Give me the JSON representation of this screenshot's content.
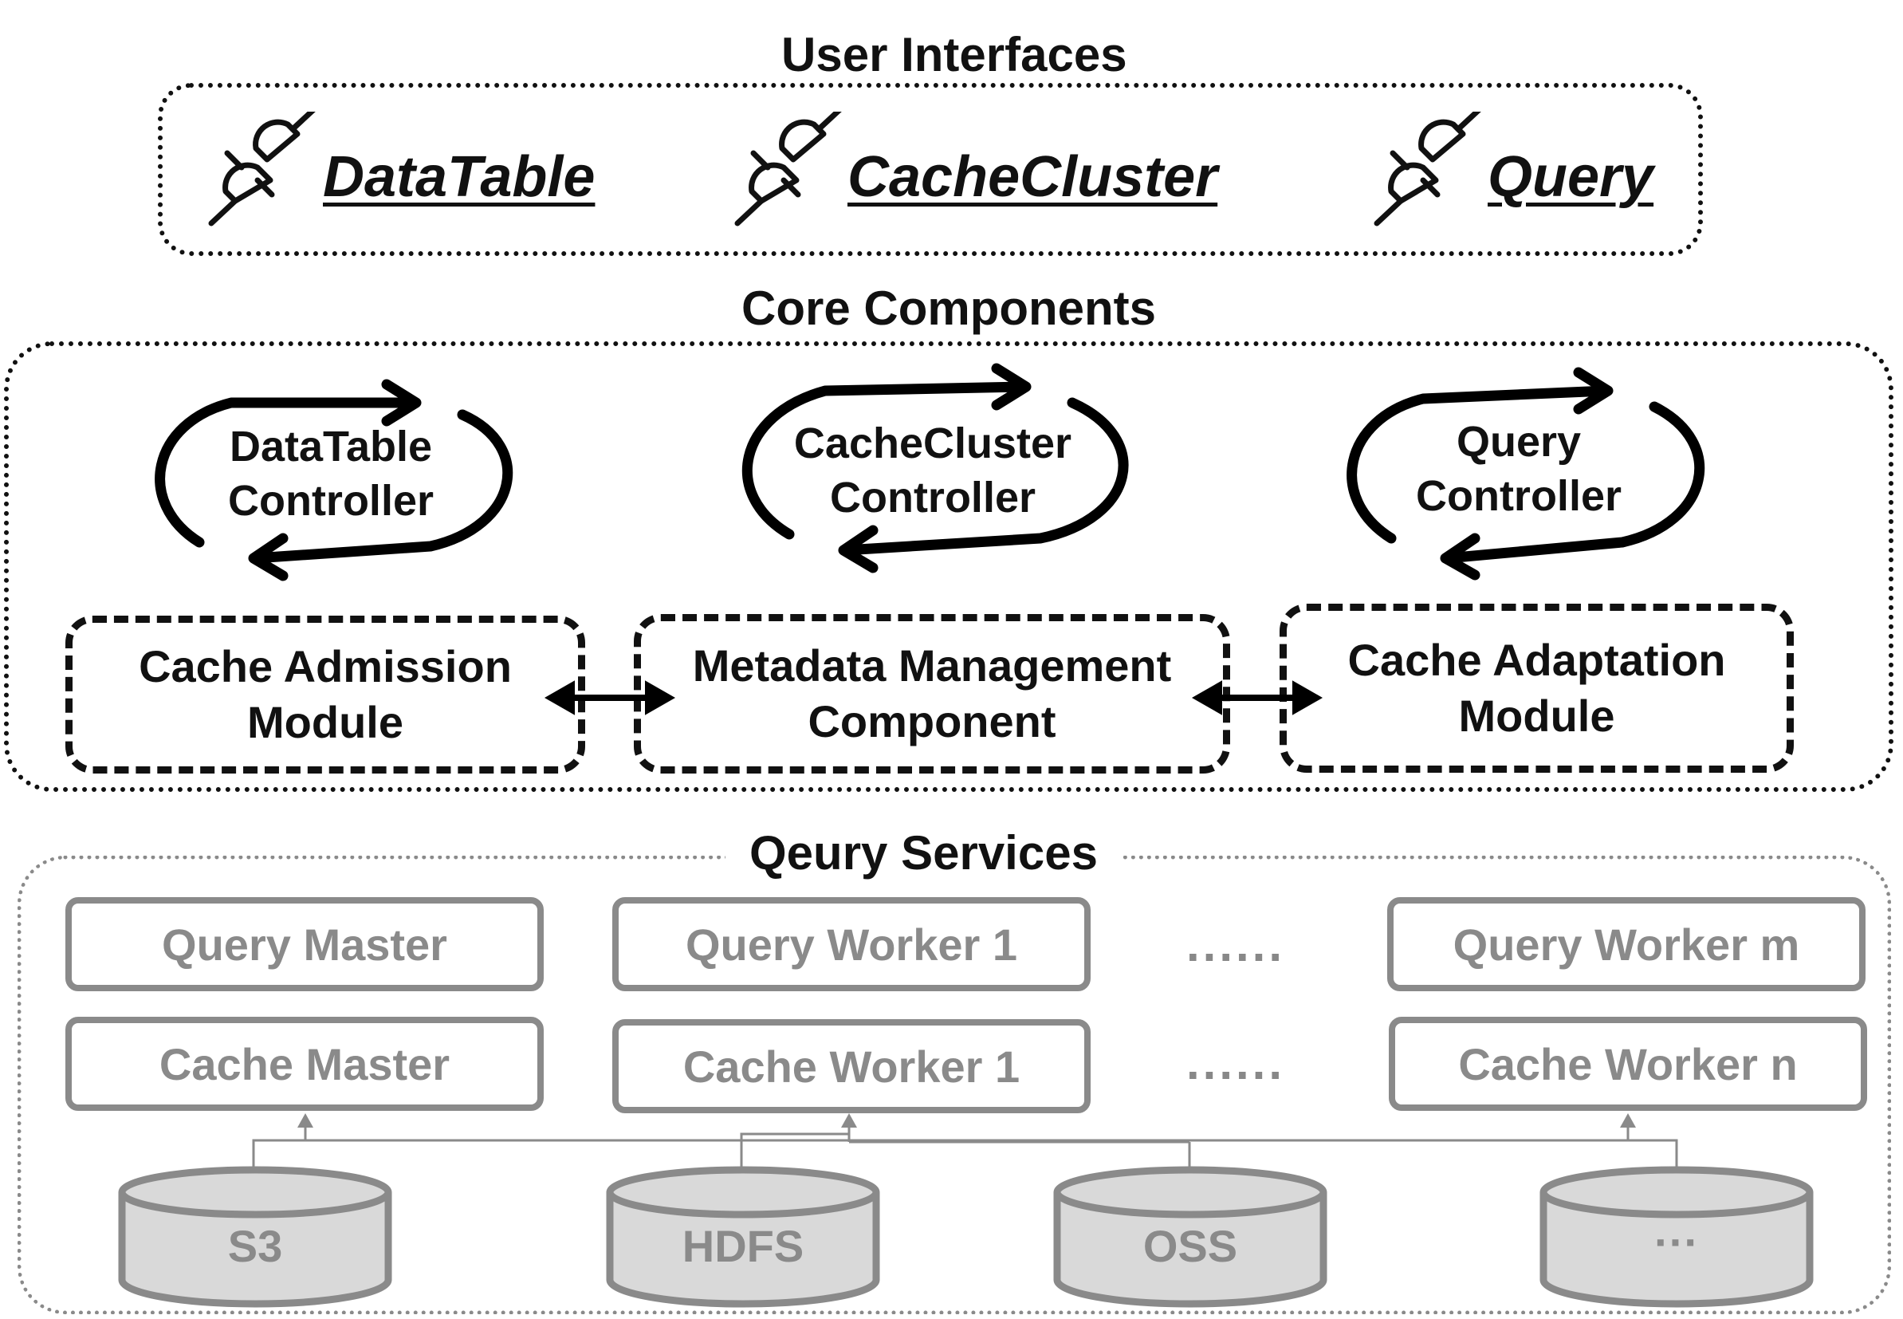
{
  "user_interfaces": {
    "title": "User Interfaces",
    "items": [
      {
        "label": "DataTable",
        "icon": "plug-icon"
      },
      {
        "label": "CacheCluster",
        "icon": "plug-icon"
      },
      {
        "label": "Query",
        "icon": "plug-icon"
      }
    ]
  },
  "core_components": {
    "title": "Core Components",
    "controllers": [
      {
        "line1": "DataTable",
        "line2": "Controller",
        "icon": "cycle-arrows-icon"
      },
      {
        "line1": "CacheCluster",
        "line2": "Controller",
        "icon": "cycle-arrows-icon"
      },
      {
        "line1": "Query",
        "line2": "Controller",
        "icon": "cycle-arrows-icon"
      }
    ],
    "modules": [
      {
        "line1": "Cache Admission",
        "line2": "Module"
      },
      {
        "line1": "Metadata Management",
        "line2": "Component"
      },
      {
        "line1": "Cache Adaptation",
        "line2": "Module"
      }
    ]
  },
  "query_services": {
    "title": "Qeury Services",
    "query_row": [
      "Query Master",
      "Query Worker 1",
      "Query Worker m"
    ],
    "cache_row": [
      "Cache Master",
      "Cache Worker 1",
      "Cache Worker n"
    ],
    "ellipsis": "......",
    "storages": [
      "S3",
      "HDFS",
      "OSS",
      "···"
    ]
  },
  "colors": {
    "core": "#111111",
    "services": "#8a8a8a",
    "storage_fill": "#d9d9d9"
  }
}
